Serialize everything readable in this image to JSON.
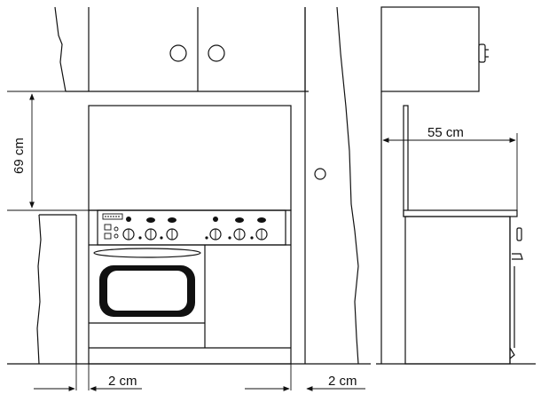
{
  "dimensions": {
    "cabinet_gap_height": "69 cm",
    "side_clearance_left": "2 cm",
    "side_clearance_right": "2 cm",
    "cooker_depth": "55 cm"
  },
  "colors": {
    "line": "#111111",
    "background": "#ffffff",
    "oven_window_frame": "#111111"
  }
}
